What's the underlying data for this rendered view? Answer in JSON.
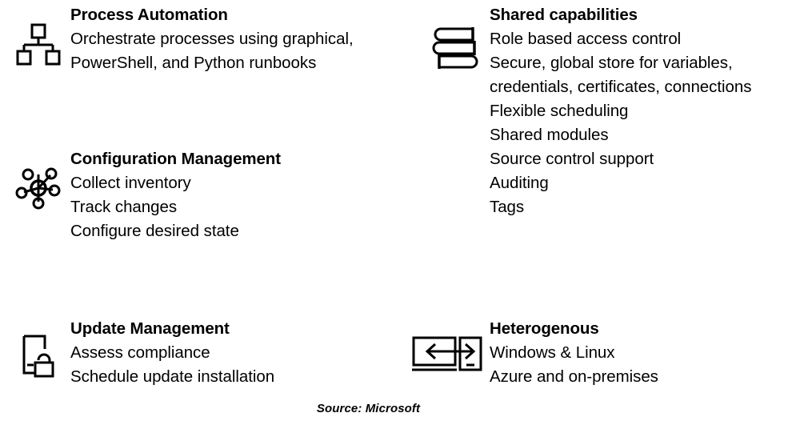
{
  "page": {
    "background_color": "#ffffff",
    "text_color": "#000000"
  },
  "blocks": [
    {
      "id": "process-automation",
      "icon": "org-chart-icon",
      "title": "Process Automation",
      "lines": [
        "Orchestrate processes using graphical,",
        "PowerShell, and Python runbooks"
      ]
    },
    {
      "id": "configuration-management",
      "icon": "hub-network-icon",
      "title": "Configuration Management",
      "lines": [
        "Collect inventory",
        "Track changes",
        "Configure desired state"
      ]
    },
    {
      "id": "update-management",
      "icon": "document-lock-icon",
      "title": "Update Management",
      "lines": [
        "Assess compliance",
        "Schedule update installation"
      ]
    },
    {
      "id": "shared-capabilities",
      "icon": "book-stack-icon",
      "title": "Shared capabilities",
      "lines": [
        "Role based access control",
        "Secure, global store for variables,",
        "credentials, certificates, connections",
        "Flexible scheduling",
        "Shared modules",
        "Source control support",
        "Auditing",
        "Tags"
      ]
    },
    {
      "id": "heterogenous",
      "icon": "device-sync-icon",
      "title": "Heterogenous",
      "lines": [
        "Windows & Linux",
        "Azure and on-premises"
      ]
    }
  ],
  "source": {
    "caption": "Source: Microsoft"
  }
}
